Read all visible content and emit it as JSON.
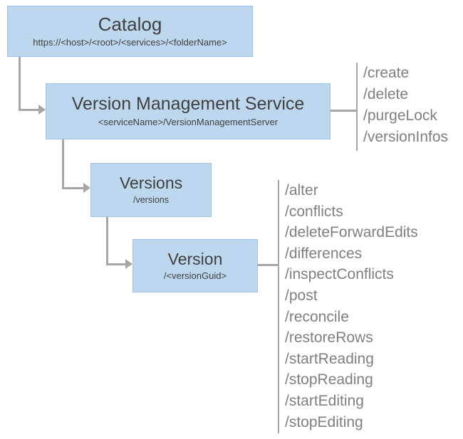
{
  "colors": {
    "box_fill": "#BDD7EE",
    "box_border": "#9DC3E6",
    "box_text": "#404040",
    "connector": "#A6A6A6",
    "endpoint_text": "#7F7F7F"
  },
  "nodes": {
    "catalog": {
      "title": "Catalog",
      "subtitle": "https://<host>/<root>/<services>/<folderName>"
    },
    "version_management_service": {
      "title": "Version Management Service",
      "subtitle": "<serviceName>/VersionManagementServer",
      "endpoints": [
        "/create",
        "/delete",
        "/purgeLock",
        "/versionInfos"
      ]
    },
    "versions": {
      "title": "Versions",
      "subtitle": "/versions"
    },
    "version": {
      "title": "Version",
      "subtitle": "/<versionGuid>",
      "endpoints": [
        "/alter",
        "/conflicts",
        "/deleteForwardEdits",
        "/differences",
        "/inspectConflicts",
        "/post",
        "/reconcile",
        "/restoreRows",
        "/startReading",
        "/stopReading",
        "/startEditing",
        "/stopEditing"
      ]
    }
  }
}
